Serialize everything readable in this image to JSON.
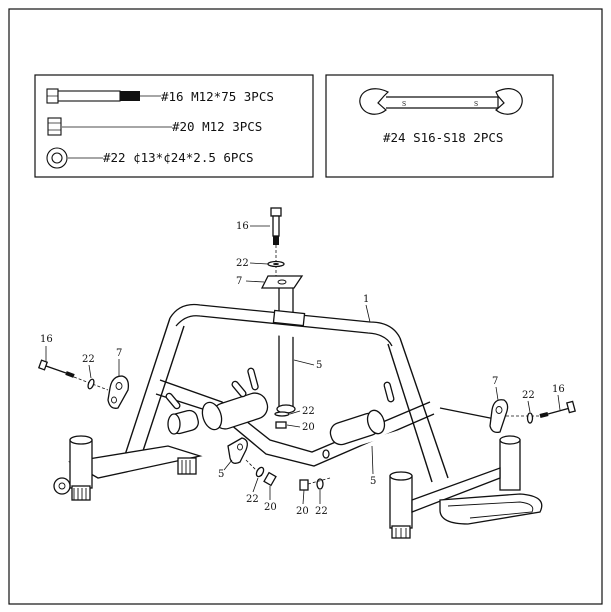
{
  "hardware_box": {
    "items": [
      {
        "icon": "bolt-icon",
        "label": "#16 M12*75 3PCS"
      },
      {
        "icon": "nut-icon",
        "label": "#20 M12   3PCS"
      },
      {
        "icon": "washer-icon",
        "label": "#22 ¢13*¢24*2.5  6PCS"
      }
    ]
  },
  "tool_box": {
    "icon": "wrench-icon",
    "label": "#24 S16-S18 2PCS"
  },
  "callouts": {
    "c16_top": "16",
    "c22_top": "22",
    "c7_top": "7",
    "c1": "1",
    "c5_post": "5",
    "c22_mid": "22",
    "c20_mid": "20",
    "c16_left": "16",
    "c22_left": "22",
    "c7_left": "7",
    "c5_left": "5",
    "c22_lower": "22",
    "c20_lower": "20",
    "c20_bottom": "20",
    "c22_bottom": "22",
    "c5_right": "5",
    "c7_right": "7",
    "c22_right": "22",
    "c16_right": "16"
  }
}
